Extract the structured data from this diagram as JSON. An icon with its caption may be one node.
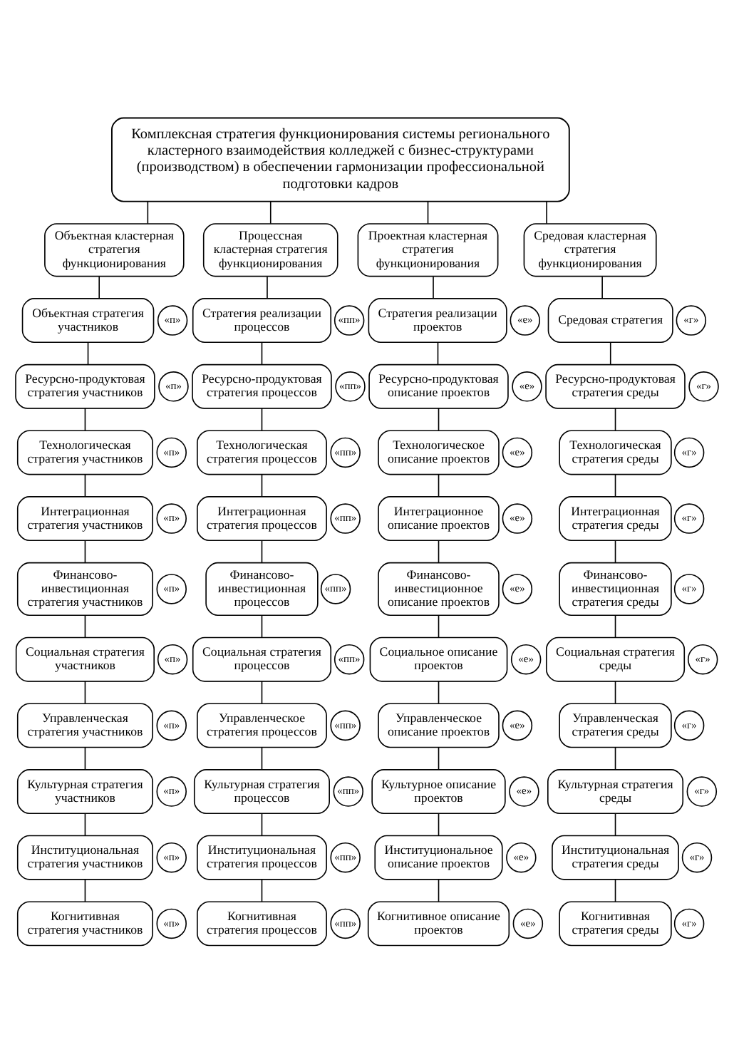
{
  "diagram": {
    "nodes": [
      {
        "text": [
          "Комплексная стратегия функционирования системы регионального кластерного взаимодействия колледжей с бизнес-структурами (производством) в обеспечении гармонизации профессиональной подготовки кадров"
        ]
      },
      {
        "text": [
          "Объектная кластерная стратегия функционирования"
        ]
      },
      {
        "text": [
          "Процессная кластерная стратегия функционирования"
        ]
      },
      {
        "text": [
          "Проектная кластерная стратегия функционирования"
        ]
      },
      {
        "text": [
          "Средовая кластерная стратегия функционирования"
        ]
      },
      {
        "text": [
          "Объектная стратегия участников"
        ]
      },
      {
        "text": [
          "«п»"
        ]
      },
      {
        "text": [
          "Стратегия реализации процессов"
        ]
      },
      {
        "text": [
          "«пп»"
        ]
      },
      {
        "text": [
          "Стратегия реализации проектов"
        ]
      },
      {
        "text": [
          "«е»"
        ]
      },
      {
        "text": [
          "Средовая стратегия"
        ]
      },
      {
        "text": [
          "«г»"
        ]
      },
      {
        "text": [
          "Ресурсно-продуктовая стратегия участников"
        ]
      },
      {
        "text": [
          "«п»"
        ]
      },
      {
        "text": [
          "Ресурсно-продуктовая стратегия процессов"
        ]
      },
      {
        "text": [
          "«пп»"
        ]
      },
      {
        "text": [
          "Ресурсно-продуктовая описание проектов"
        ]
      },
      {
        "text": [
          "«е»"
        ]
      },
      {
        "text": [
          "Ресурсно-продуктовая стратегия среды"
        ]
      },
      {
        "text": [
          "«г»"
        ]
      },
      {
        "text": [
          "Технологическая стратегия участников"
        ]
      },
      {
        "text": [
          "«п»"
        ]
      },
      {
        "text": [
          "Технологическая стратегия процессов"
        ]
      },
      {
        "text": [
          "«пп»"
        ]
      },
      {
        "text": [
          "Технологическое описание проектов"
        ]
      },
      {
        "text": [
          "«е»"
        ]
      },
      {
        "text": [
          "Технологическая стратегия среды"
        ]
      },
      {
        "text": [
          "«г»"
        ]
      },
      {
        "text": [
          "Интеграционная стратегия участников"
        ]
      },
      {
        "text": [
          "«п»"
        ]
      },
      {
        "text": [
          "Интеграционная стратегия процессов"
        ]
      },
      {
        "text": [
          "«пп»"
        ]
      },
      {
        "text": [
          "Интеграционное описание проектов"
        ]
      },
      {
        "text": [
          "«е»"
        ]
      },
      {
        "text": [
          "Интеграционная стратегия среды"
        ]
      },
      {
        "text": [
          "«г»"
        ]
      },
      {
        "text": [
          "Финансово-инвестиционная стратегия участников"
        ]
      },
      {
        "text": [
          "«п»"
        ]
      },
      {
        "text": [
          "Финансово-инвестиционная процессов"
        ]
      },
      {
        "text": [
          "«пп»"
        ]
      },
      {
        "text": [
          "Финансово-инвестиционное описание проектов"
        ]
      },
      {
        "text": [
          "«е»"
        ]
      },
      {
        "text": [
          "Финансово-инвестиционная стратегия среды"
        ]
      },
      {
        "text": [
          "«г»"
        ]
      },
      {
        "text": [
          "Социальная стратегия участников"
        ]
      },
      {
        "text": [
          "«п»"
        ]
      },
      {
        "text": [
          "Социальная стратегия процессов"
        ]
      },
      {
        "text": [
          "«пп»"
        ]
      },
      {
        "text": [
          "Социальное описание проектов"
        ]
      },
      {
        "text": [
          "«е»"
        ]
      },
      {
        "text": [
          "Социальная стратегия среды"
        ]
      },
      {
        "text": [
          "«г»"
        ]
      },
      {
        "text": [
          "Управленческая стратегия участников"
        ]
      },
      {
        "text": [
          "«п»"
        ]
      },
      {
        "text": [
          "Управленческое стратегия процессов"
        ]
      },
      {
        "text": [
          "«пп»"
        ]
      },
      {
        "text": [
          "Управленческое описание проектов"
        ]
      },
      {
        "text": [
          "«е»"
        ]
      },
      {
        "text": [
          "Управленческая стратегия среды"
        ]
      },
      {
        "text": [
          "«г»"
        ]
      },
      {
        "text": [
          "Культурная стратегия участников"
        ]
      },
      {
        "text": [
          "«п»"
        ]
      },
      {
        "text": [
          "Культурная стратегия процессов"
        ]
      },
      {
        "text": [
          "«пп»"
        ]
      },
      {
        "text": [
          "Культурное описание проектов"
        ]
      },
      {
        "text": [
          "«е»"
        ]
      },
      {
        "text": [
          "Культурная стратегия среды"
        ]
      },
      {
        "text": [
          "«г»"
        ]
      },
      {
        "text": [
          "Институциональная стратегия участников"
        ]
      },
      {
        "text": [
          "«п»"
        ]
      },
      {
        "text": [
          "Институциональная стратегия процессов"
        ]
      },
      {
        "text": [
          "«пп»"
        ]
      },
      {
        "text": [
          "Институциональное описание проектов"
        ]
      },
      {
        "text": [
          "«е»"
        ]
      },
      {
        "text": [
          "Институциональная стратегия среды"
        ]
      },
      {
        "text": [
          "«г»"
        ]
      },
      {
        "text": [
          "Когнитивная стратегия участников"
        ]
      },
      {
        "text": [
          "«п»"
        ]
      },
      {
        "text": [
          "Когнитивная стратегия процессов"
        ]
      },
      {
        "text": [
          "«пп»"
        ]
      },
      {
        "text": [
          "Когнитивное описание проектов"
        ]
      },
      {
        "text": [
          "«е»"
        ]
      },
      {
        "text": [
          "Когнитивная стратегия среды"
        ]
      },
      {
        "text": [
          "«г»"
        ]
      }
    ],
    "edges": [
      {
        "from": 0,
        "to": 1,
        "arrow": "none"
      },
      {
        "from": 0,
        "to": 2,
        "arrow": "none"
      },
      {
        "from": 0,
        "to": 3,
        "arrow": "none"
      },
      {
        "from": 0,
        "to": 4,
        "arrow": "none"
      },
      {
        "from": 1,
        "to": 5,
        "arrow": "none"
      },
      {
        "from": 2,
        "to": 7,
        "arrow": "none"
      },
      {
        "from": 3,
        "to": 9,
        "arrow": "none"
      },
      {
        "from": 4,
        "to": 11,
        "arrow": "none"
      },
      {
        "from": 5,
        "to": 13,
        "arrow": "none"
      },
      {
        "from": 7,
        "to": 15,
        "arrow": "none"
      },
      {
        "from": 9,
        "to": 17,
        "arrow": "none"
      },
      {
        "from": 11,
        "to": 19,
        "arrow": "none"
      },
      {
        "from": 13,
        "to": 21,
        "arrow": "none"
      },
      {
        "from": 15,
        "to": 23,
        "arrow": "none"
      },
      {
        "from": 17,
        "to": 25,
        "arrow": "none"
      },
      {
        "from": 19,
        "to": 27,
        "arrow": "none"
      },
      {
        "from": 21,
        "to": 29,
        "arrow": "none"
      },
      {
        "from": 23,
        "to": 31,
        "arrow": "none"
      },
      {
        "from": 25,
        "to": 33,
        "arrow": "none"
      },
      {
        "from": 27,
        "to": 35,
        "arrow": "none"
      },
      {
        "from": 29,
        "to": 37,
        "arrow": "none"
      },
      {
        "from": 31,
        "to": 39,
        "arrow": "none"
      },
      {
        "from": 33,
        "to": 41,
        "arrow": "none"
      },
      {
        "from": 35,
        "to": 43,
        "arrow": "none"
      },
      {
        "from": 37,
        "to": 45,
        "arrow": "none"
      },
      {
        "from": 39,
        "to": 47,
        "arrow": "none"
      },
      {
        "from": 41,
        "to": 49,
        "arrow": "none"
      },
      {
        "from": 43,
        "to": 51,
        "arrow": "none"
      },
      {
        "from": 45,
        "to": 53,
        "arrow": "none"
      },
      {
        "from": 47,
        "to": 55,
        "arrow": "none"
      },
      {
        "from": 49,
        "to": 57,
        "arrow": "none"
      },
      {
        "from": 51,
        "to": 59,
        "arrow": "none"
      },
      {
        "from": 53,
        "to": 61,
        "arrow": "none"
      },
      {
        "from": 55,
        "to": 63,
        "arrow": "none"
      },
      {
        "from": 57,
        "to": 65,
        "arrow": "none"
      },
      {
        "from": 59,
        "to": 67,
        "arrow": "none"
      },
      {
        "from": 61,
        "to": 69,
        "arrow": "none"
      },
      {
        "from": 63,
        "to": 71,
        "arrow": "none"
      },
      {
        "from": 65,
        "to": 73,
        "arrow": "none"
      },
      {
        "from": 67,
        "to": 75,
        "arrow": "none"
      },
      {
        "from": 69,
        "to": 77,
        "arrow": "none"
      },
      {
        "from": 71,
        "to": 79,
        "arrow": "none"
      },
      {
        "from": 73,
        "to": 81,
        "arrow": "none"
      },
      {
        "from": 75,
        "to": 83,
        "arrow": "none"
      }
    ]
  }
}
